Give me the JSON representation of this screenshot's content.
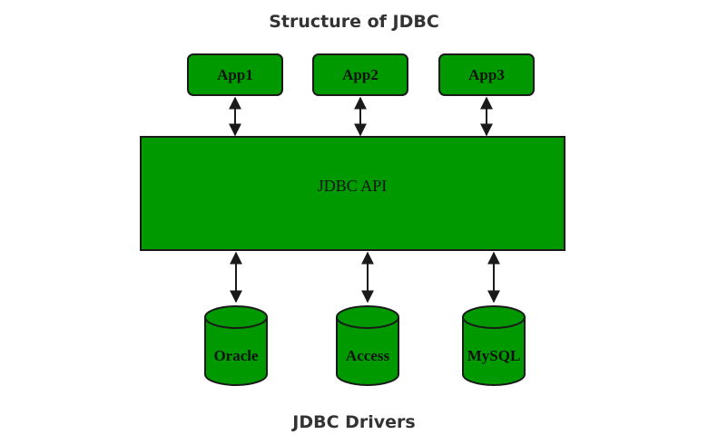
{
  "diagram": {
    "title": "Structure of JDBC",
    "footer": "JDBC Drivers",
    "colors": {
      "fill": "#009a00",
      "stroke": "#1a1a1a",
      "text": "#111111",
      "title": "#333333"
    },
    "apps": [
      {
        "label": "App1"
      },
      {
        "label": "App2"
      },
      {
        "label": "App3"
      }
    ],
    "api": {
      "label": "JDBC API"
    },
    "drivers": [
      {
        "label": "Oracle"
      },
      {
        "label": "Access"
      },
      {
        "label": "MySQL"
      }
    ]
  }
}
